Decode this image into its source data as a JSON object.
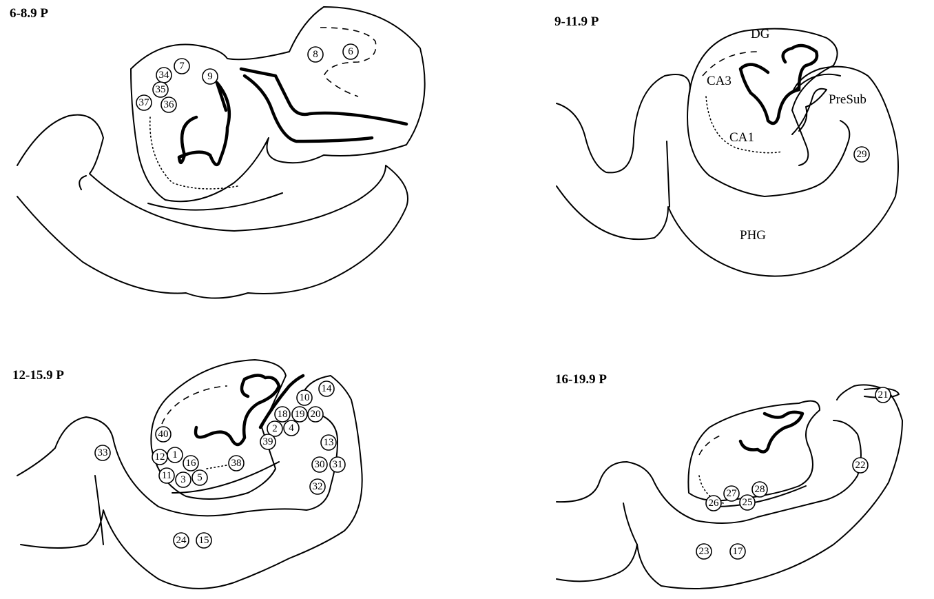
{
  "panels": [
    {
      "title": "6-8.9 P",
      "regions": [],
      "sites": [
        "7",
        "34",
        "9",
        "35",
        "37",
        "36",
        "8",
        "6"
      ]
    },
    {
      "title": "9-11.9 P",
      "regions": [
        "DG",
        "CA3",
        "PreSub",
        "CA1",
        "PHG"
      ],
      "sites": [
        "29"
      ]
    },
    {
      "title": "12-15.9 P",
      "regions": [],
      "sites": [
        "10",
        "14",
        "18",
        "19",
        "20",
        "2",
        "4",
        "40",
        "39",
        "13",
        "33",
        "12",
        "1",
        "16",
        "38",
        "30",
        "31",
        "11",
        "3",
        "5",
        "32",
        "24",
        "15"
      ]
    },
    {
      "title": "16-19.9 P",
      "regions": [],
      "sites": [
        "21",
        "22",
        "27",
        "28",
        "26",
        "25",
        "23",
        "17"
      ]
    }
  ]
}
